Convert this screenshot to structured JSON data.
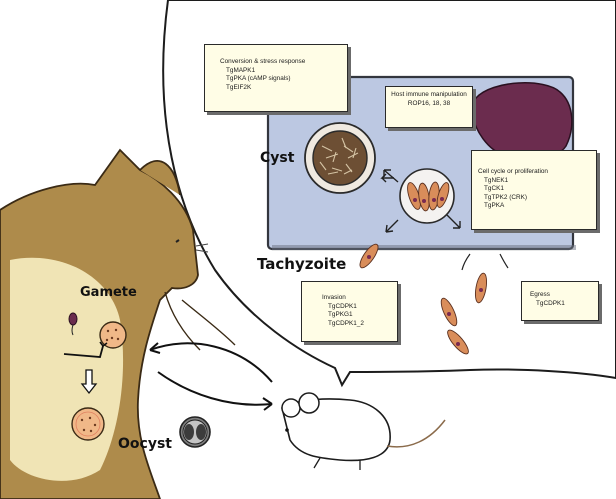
{
  "labels": {
    "cyst": "Cyst",
    "tachyzoite": "Tachyzoite",
    "gamete": "Gamete",
    "oocyst": "Oocyst"
  },
  "boxes": {
    "conversion": {
      "title": "Conversion & stress response",
      "items": [
        "TgMAPK1",
        "TgPKA (cAMP signals)",
        "TgEIF2K"
      ]
    },
    "host_immune": {
      "title": "Host immune manipulation",
      "items": [
        "ROP16, 18, 38"
      ]
    },
    "cell_cycle": {
      "title": "Cell cycle or proliferation",
      "items": [
        "TgNEK1",
        "TgCK1",
        "TgTPK2 (CRK)",
        "TgPKA"
      ]
    },
    "invasion": {
      "title": "Invasion",
      "items": [
        "TgCDPK1",
        "TgPKG1",
        "TgCDPK1_2"
      ]
    },
    "egress": {
      "title": "Egress",
      "items": [
        "TgCDPK1"
      ]
    }
  },
  "colors": {
    "cat": "#ae8b4b",
    "cat_glow": "#fbf3c8",
    "cell_panel": "#bcc8e2",
    "nucleus": "#6b2c4e",
    "cyst_fill": "#7a5a3a",
    "parasite": "#d98d5a",
    "gamete_cell": "#f0b888"
  }
}
